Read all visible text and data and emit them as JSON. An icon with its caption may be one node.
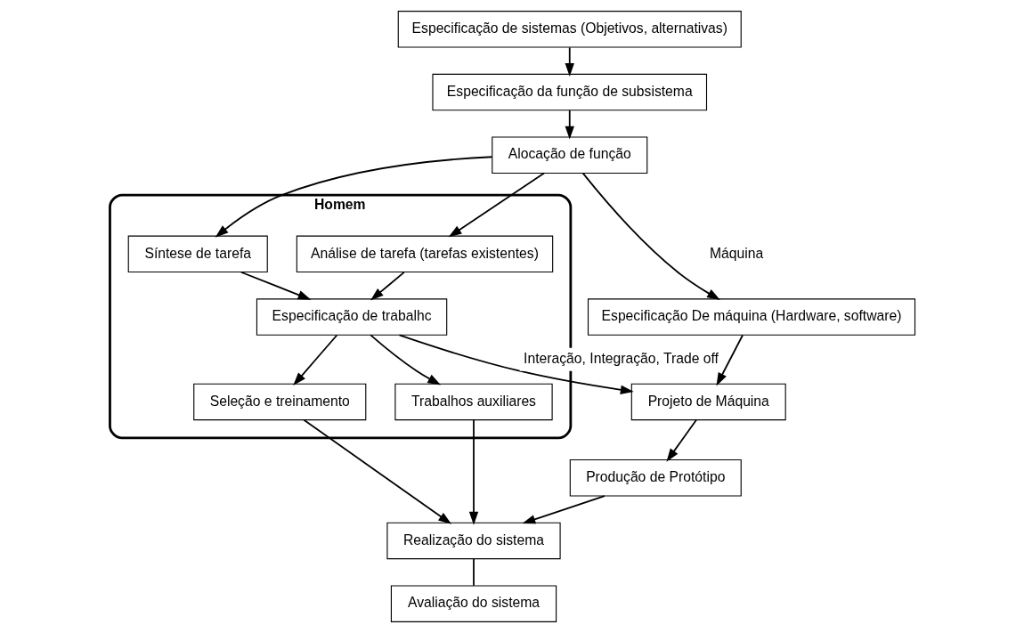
{
  "diagram": {
    "nodes": [
      {
        "text": [
          "Especificação de sistemas (Objetivos, alternativas)"
        ]
      },
      {
        "text": [
          "Especificação da função de subsistema"
        ]
      },
      {
        "text": [
          "Alocação de função"
        ]
      },
      {
        "text": [
          "Especificação De máquina (Hardware, software)"
        ]
      },
      {
        "text": [
          "Projeto de Máquina"
        ]
      },
      {
        "text": [
          "Produção de Protótipo"
        ]
      },
      {
        "text": [
          "Homem"
        ]
      },
      {
        "text": [
          "Síntese de tarefa"
        ],
        "in": 6
      },
      {
        "text": [
          "Análise de tarefa (tarefas existentes)"
        ],
        "in": 6
      },
      {
        "text": [
          "Especificação de trabalhc"
        ],
        "in": 6
      },
      {
        "text": [
          "Seleção e treinamento"
        ],
        "in": 6
      },
      {
        "text": [
          "Trabalhos auxiliares"
        ],
        "in": 6
      },
      {
        "text": [
          "Realização do sistema"
        ]
      },
      {
        "text": [
          "Avaliação do sistema"
        ]
      }
    ],
    "edges": [
      {
        "from": 0,
        "to": 1,
        "arrow": "to"
      },
      {
        "from": 1,
        "to": 2,
        "arrow": "to"
      },
      {
        "from": 2,
        "to": 3,
        "arrow": "to"
      },
      {
        "from": 2,
        "to": 7,
        "arrow": "to"
      },
      {
        "from": 2,
        "to": 8,
        "arrow": "to"
      },
      {
        "from": 3,
        "to": 4,
        "arrow": "to"
      },
      {
        "from": 4,
        "to": 5,
        "arrow": "to"
      },
      {
        "from": 7,
        "to": 9,
        "arrow": "to"
      },
      {
        "from": 8,
        "to": 9,
        "arrow": "to"
      },
      {
        "from": 9,
        "to": 10,
        "arrow": "to"
      },
      {
        "from": 9,
        "to": 11,
        "arrow": "to"
      },
      {
        "from": 9,
        "to": 4,
        "arrow": "to",
        "label": "Interação, Integração, Trade off"
      },
      {
        "from": 5,
        "to": 12,
        "arrow": "to"
      },
      {
        "from": 10,
        "to": 12,
        "arrow": "to"
      },
      {
        "from": 11,
        "to": 12,
        "arrow": "to"
      },
      {
        "from": 12,
        "to": 13,
        "arrow": "none"
      }
    ],
    "labels": [
      "Máquina"
    ]
  }
}
